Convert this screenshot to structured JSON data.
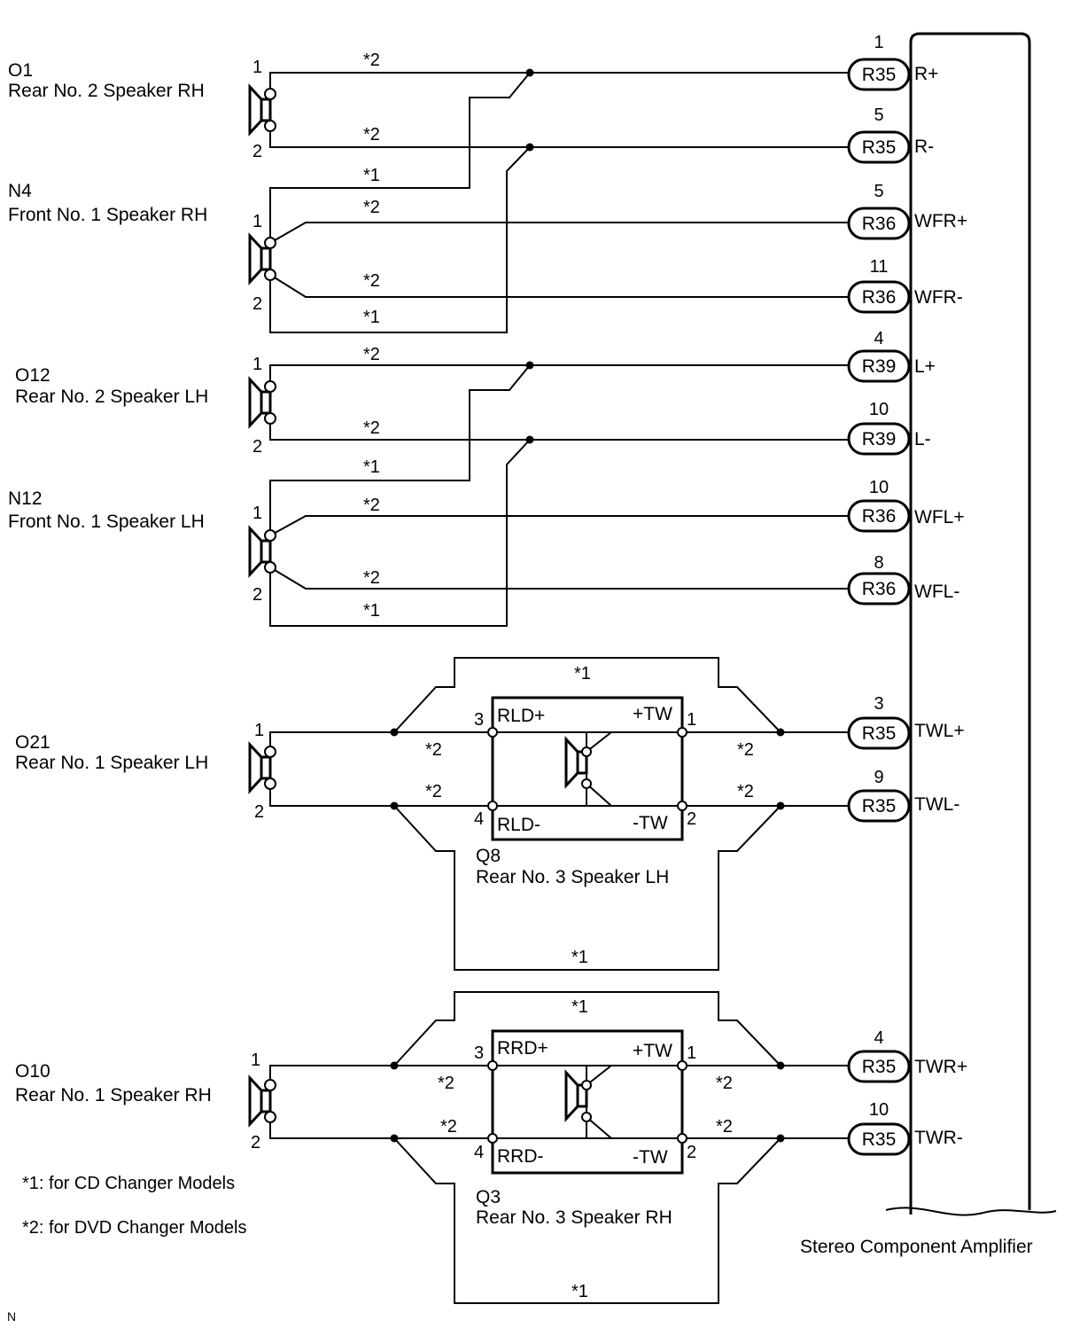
{
  "speakers": [
    {
      "id": "O1",
      "name": "Rear No. 2 Speaker RH",
      "pin_top": "1",
      "pin_bottom": "2"
    },
    {
      "id": "N4",
      "name": "Front No. 1 Speaker RH",
      "pin_top": "1",
      "pin_bottom": "2"
    },
    {
      "id": "O12",
      "name": "Rear No. 2 Speaker LH",
      "pin_top": "1",
      "pin_bottom": "2"
    },
    {
      "id": "N12",
      "name": "Front No. 1 Speaker LH",
      "pin_top": "1",
      "pin_bottom": "2"
    },
    {
      "id": "O21",
      "name": "Rear No. 1 Speaker LH",
      "pin_top": "1",
      "pin_bottom": "2"
    },
    {
      "id": "O10",
      "name": "Rear No. 1 Speaker RH",
      "pin_top": "1",
      "pin_bottom": "2"
    }
  ],
  "tweeters": [
    {
      "id": "Q8",
      "name": "Rear No. 3 Speaker LH",
      "in_plus": "RLD+",
      "in_minus": "RLD-",
      "out_plus": "+TW",
      "out_minus": "-TW",
      "pin3": "3",
      "pin4": "4",
      "pin1": "1",
      "pin2": "2"
    },
    {
      "id": "Q3",
      "name": "Rear No. 3 Speaker RH",
      "in_plus": "RRD+",
      "in_minus": "RRD-",
      "out_plus": "+TW",
      "out_minus": "-TW",
      "pin3": "3",
      "pin4": "4",
      "pin1": "1",
      "pin2": "2"
    }
  ],
  "amplifier": {
    "name": "Stereo Component Amplifier",
    "terminals": [
      {
        "pin": "1",
        "connector": "R35",
        "signal": "R+"
      },
      {
        "pin": "5",
        "connector": "R35",
        "signal": "R-"
      },
      {
        "pin": "5",
        "connector": "R36",
        "signal": "WFR+"
      },
      {
        "pin": "11",
        "connector": "R36",
        "signal": "WFR-"
      },
      {
        "pin": "4",
        "connector": "R39",
        "signal": "L+"
      },
      {
        "pin": "10",
        "connector": "R39",
        "signal": "L-"
      },
      {
        "pin": "10",
        "connector": "R36",
        "signal": "WFL+"
      },
      {
        "pin": "8",
        "connector": "R36",
        "signal": "WFL-"
      },
      {
        "pin": "3",
        "connector": "R35",
        "signal": "TWL+"
      },
      {
        "pin": "9",
        "connector": "R35",
        "signal": "TWL-"
      },
      {
        "pin": "4",
        "connector": "R35",
        "signal": "TWR+"
      },
      {
        "pin": "10",
        "connector": "R35",
        "signal": "TWR-"
      }
    ]
  },
  "marks": {
    "cd": "*1",
    "dvd": "*2"
  },
  "notes": [
    "*1: for CD Changer Models",
    "*2: for DVD Changer Models"
  ],
  "corner_mark": "N"
}
